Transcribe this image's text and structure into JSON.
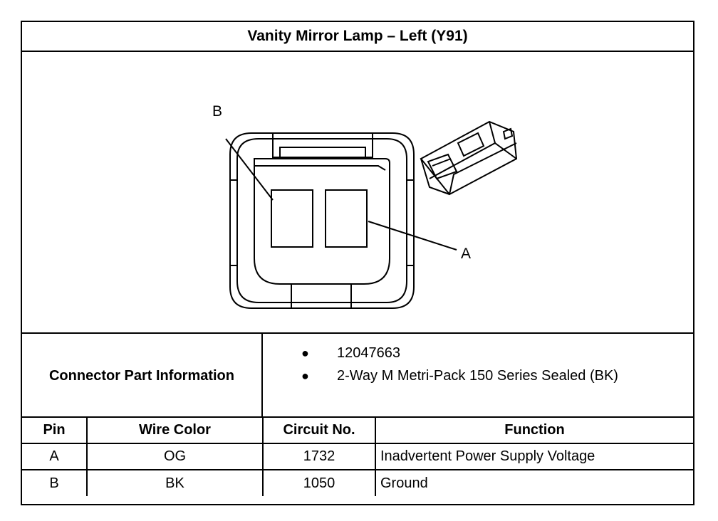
{
  "title": "Vanity Mirror Lamp – Left (Y91)",
  "diagram": {
    "terminal_labels": [
      "B",
      "A"
    ]
  },
  "connector": {
    "label": "Connector Part Information",
    "items": [
      "12047663",
      "2-Way M Metri-Pack 150 Series Sealed (BK)"
    ]
  },
  "table": {
    "headers": [
      "Pin",
      "Wire Color",
      "Circuit No.",
      "Function"
    ],
    "rows": [
      [
        "A",
        "OG",
        "1732",
        "Inadvertent Power Supply Voltage"
      ],
      [
        "B",
        "BK",
        "1050",
        "Ground"
      ]
    ]
  }
}
